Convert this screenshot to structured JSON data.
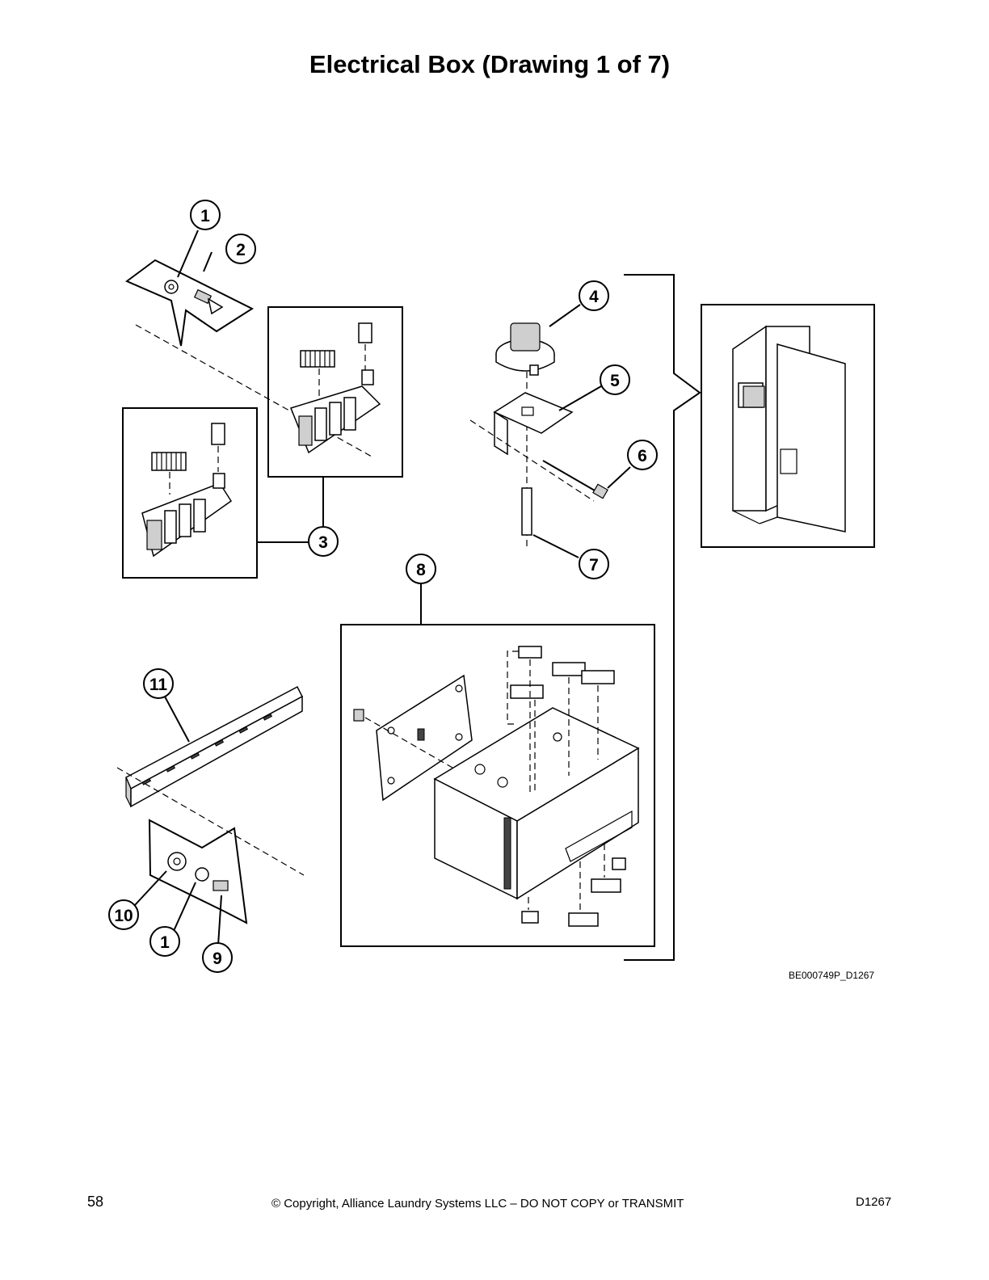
{
  "page_title": "Electrical Box (Drawing 1 of 7)",
  "drawing_id": "BE000749P_D1267",
  "footer": {
    "page_number": "58",
    "copyright": "© Copyright, Alliance Laundry Systems LLC – DO NOT COPY or TRANSMIT",
    "doc_code": "D1267"
  },
  "callouts": {
    "c1a": "1",
    "c2": "2",
    "c3": "3",
    "c4": "4",
    "c5": "5",
    "c6": "6",
    "c7": "7",
    "c8": "8",
    "c9": "9",
    "c10": "10",
    "c1b": "1",
    "c11": "11"
  }
}
